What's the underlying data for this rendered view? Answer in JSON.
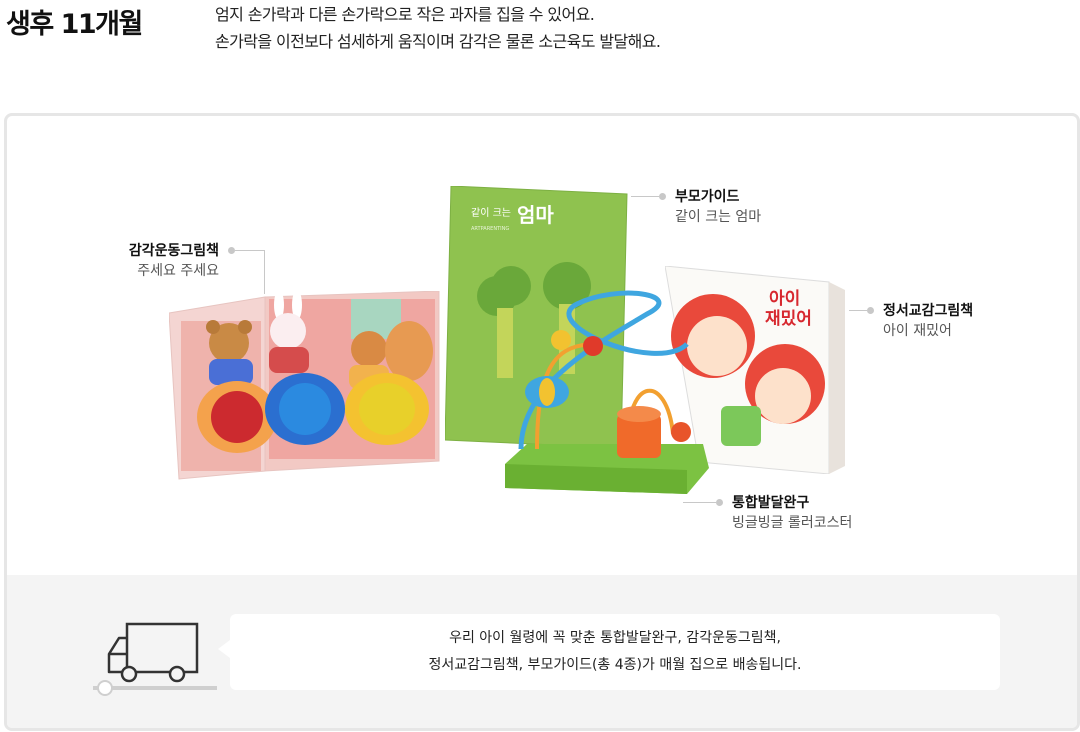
{
  "header": {
    "age_title": "생후 11개월",
    "description_line1": "엄지 손가락과 다른 손가락으로 작은 과자를 집을 수 있어요.",
    "description_line2": "손가락을 이전보다 섬세하게 움직이며 감각은 물론 소근육도 발달해요."
  },
  "products": {
    "sensory_book": {
      "name": "감각운동그림책",
      "title": "주세요 주세요"
    },
    "parent_guide": {
      "name": "부모가이드",
      "title": "같이 크는 엄마",
      "cover_small": "같이 크는",
      "cover_big": "엄마"
    },
    "emotion_book": {
      "name": "정서교감그림책",
      "title": "아이 재밌어",
      "cover_text_1": "아이",
      "cover_text_2": "재밌어"
    },
    "toy": {
      "name": "통합발달완구",
      "title": "빙글빙글 롤러코스터"
    }
  },
  "delivery": {
    "line1": "우리 아이 월령에 꼭 맞춘 통합발달완구, 감각운동그림책,",
    "line2": "정서교감그림책, 부모가이드(총 4종)가 매월 집으로 배송됩니다."
  },
  "colors": {
    "guide_green": "#8fc24f",
    "toy_base": "#7cc242",
    "callout_dot": "#c8c8c8",
    "panel_border": "#e6e6e6",
    "panel_bottom": "#f4f4f4"
  },
  "icons": {
    "delivery": "truck-icon"
  }
}
